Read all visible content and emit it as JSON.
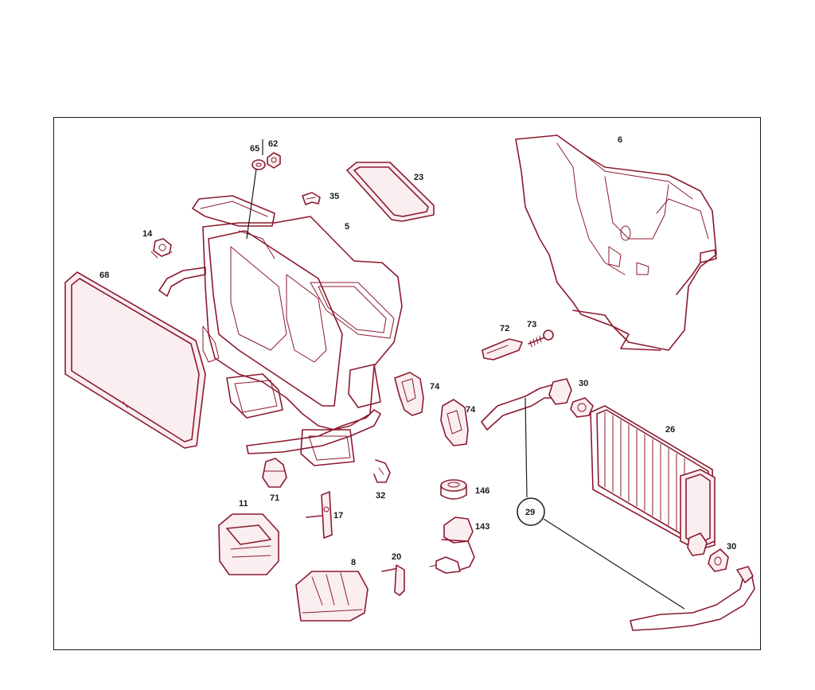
{
  "colors": {
    "line_art": "#8b1a2e",
    "callout_text": "#1a1a1a",
    "frame": "#1a1a1a",
    "background": "#ffffff"
  },
  "callouts": {
    "p65": "65",
    "p62": "62",
    "p35": "35",
    "p23": "23",
    "p5": "5",
    "p6": "6",
    "p14": "14",
    "p68": "68",
    "p72": "72",
    "p73": "73",
    "p74a": "74",
    "p74b": "74",
    "p30a": "30",
    "p26": "26",
    "p29": "29",
    "p30b": "30",
    "p71": "71",
    "p32": "32",
    "p146": "146",
    "p143": "143",
    "p11": "11",
    "p17": "17",
    "p8": "8",
    "p20": "20"
  }
}
